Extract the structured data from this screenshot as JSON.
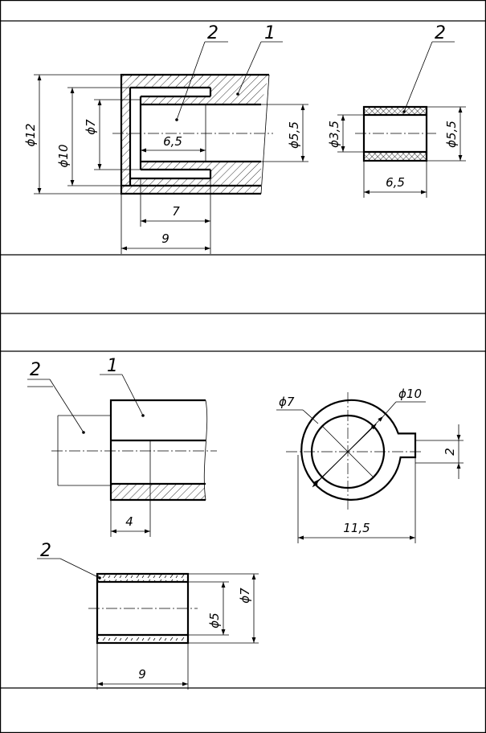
{
  "top_drawing": {
    "left_view": {
      "leaders": [
        "2",
        "1"
      ],
      "dims": {
        "d12": "ϕ12",
        "d10": "ϕ10",
        "d7": "ϕ7",
        "len_in": "6,5",
        "d55": "ϕ5,5",
        "len7": "7",
        "len9": "9"
      }
    },
    "right_view": {
      "leader": "2",
      "dims": {
        "d35": "ϕ3,5",
        "d55": "ϕ5,5",
        "len": "6,5"
      }
    }
  },
  "bottom_drawing": {
    "side_view": {
      "leaders": [
        "2",
        "1"
      ],
      "dims": {
        "len4": "4"
      }
    },
    "end_view": {
      "dims": {
        "d7": "ϕ7",
        "d10": "ϕ10",
        "w2": "2",
        "w115": "11,5"
      }
    },
    "part_view": {
      "leader": "2",
      "dims": {
        "d5": "ϕ5",
        "d7": "ϕ7",
        "len9": "9"
      }
    }
  }
}
